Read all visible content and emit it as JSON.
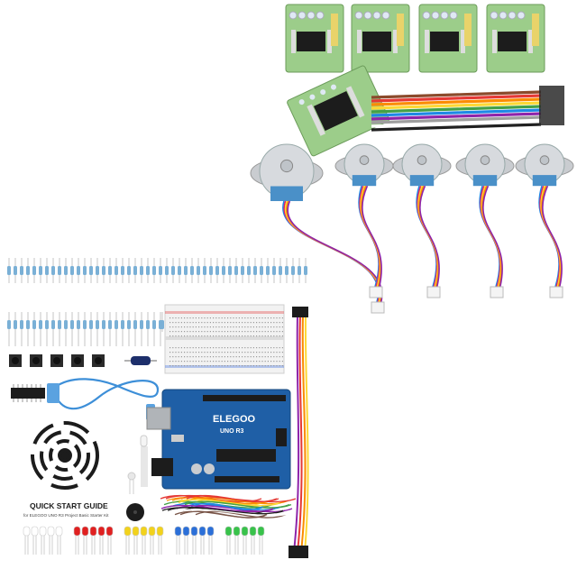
{
  "colors": {
    "board_green": "#9ccd8a",
    "board_dark": "#5e8f4f",
    "chip_black": "#1c1c1c",
    "motor_blue": "#4a90c8",
    "motor_silver": "#c9ccd0",
    "uno_blue": "#1f5fa6",
    "resistor_blue": "#7ab0d6",
    "breadboard": "#f2f2f2",
    "usb_cable": "#3d8fd8"
  },
  "arduino": {
    "brand": "ELEGOO",
    "model": "UNO R3"
  },
  "guide": {
    "title": "QUICK START GUIDE",
    "subtitle": "for ELEGOO UNO R3 Project Basic Starter Kit"
  },
  "led_colors": [
    "#ffffff",
    "#e02020",
    "#f2d21c",
    "#2b6fd8",
    "#38c24a"
  ],
  "ribbon_colors": [
    "#8b4a2b",
    "#e53935",
    "#fb8c00",
    "#fdd835",
    "#43a047",
    "#1e88e5",
    "#8e24aa",
    "#9e9e9e",
    "#ffffff",
    "#212121"
  ]
}
